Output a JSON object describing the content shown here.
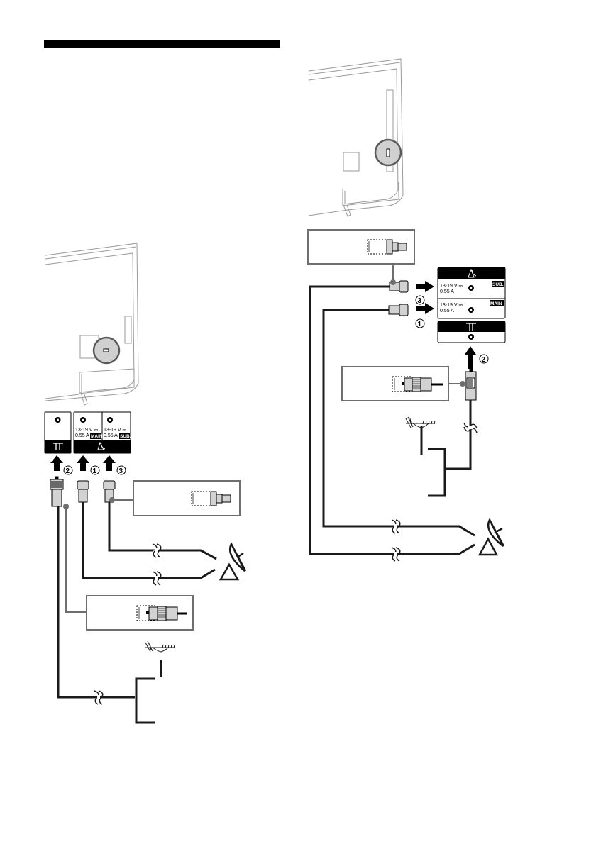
{
  "page": {
    "section_bar": {
      "color": "#000000",
      "text": ""
    }
  },
  "diagram_left": {
    "title": "",
    "panel": {
      "terrestrial_port": {
        "symbol": "antenna-T-icon"
      },
      "satellite_ports": [
        {
          "voltage": "13-19 V ⎓",
          "current": "0.55 A",
          "tag": "MAIN"
        },
        {
          "voltage": "13-19 V ⎓",
          "current": "0.55 A",
          "tag": "SUB."
        }
      ],
      "satellite_symbol": "satellite-dish-icon"
    },
    "steps": [
      {
        "number": "②",
        "target": "terrestrial"
      },
      {
        "number": "①",
        "target": "main"
      },
      {
        "number": "③",
        "target": "sub"
      }
    ]
  },
  "diagram_right": {
    "panel": {
      "satellite_ports": [
        {
          "voltage": "13-19 V ⎓",
          "current": "0.55 A",
          "tag": "SUB."
        },
        {
          "voltage": "13-19 V ⎓",
          "current": "0.55 A",
          "tag": "MAIN"
        }
      ],
      "terrestrial_port": {
        "symbol": "antenna-T-icon"
      }
    },
    "steps": [
      {
        "number": "③",
        "target": "sub"
      },
      {
        "number": "①",
        "target": "main"
      },
      {
        "number": "②",
        "target": "terrestrial"
      }
    ]
  },
  "colors": {
    "line": "#1a1a1a",
    "callout_border": "#6e6e6e",
    "connector_fill": "#d2d2d2",
    "zoom_circle_fill": "#d0d0d0",
    "zoom_circle_stroke": "#5a5a5a",
    "tv_outline": "#9a9a9a"
  }
}
